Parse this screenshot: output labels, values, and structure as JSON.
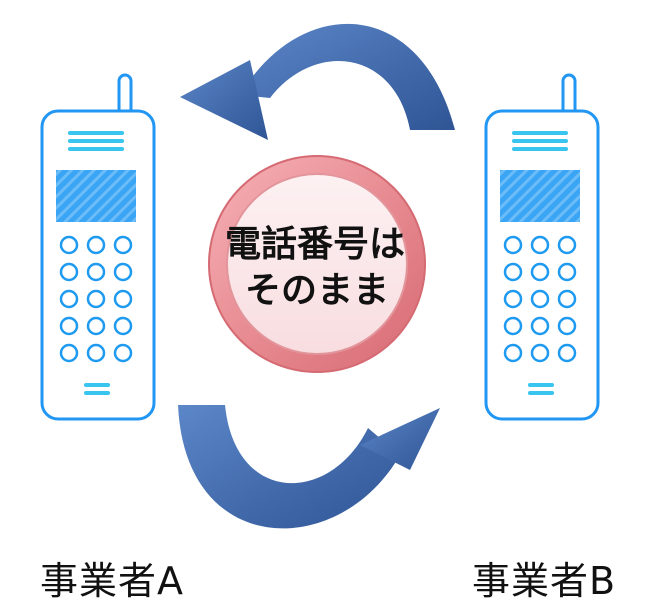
{
  "center_label": {
    "line1": "電話番号は",
    "line2": "そのまま"
  },
  "carriers": {
    "a": "事業者A",
    "b": "事業者B"
  },
  "colors": {
    "phone_outline": "#2196f3",
    "phone_screen": "#3aa4f5",
    "phone_keys": "#1e9af0",
    "phone_lines": "#38c5f0",
    "arrow_fill": "#3f68a8",
    "ring_outer": "#e07a82",
    "ring_inner": "#fbe8ea"
  },
  "icons": [
    "phone-icon",
    "curved-arrow-icon",
    "ring-icon"
  ]
}
